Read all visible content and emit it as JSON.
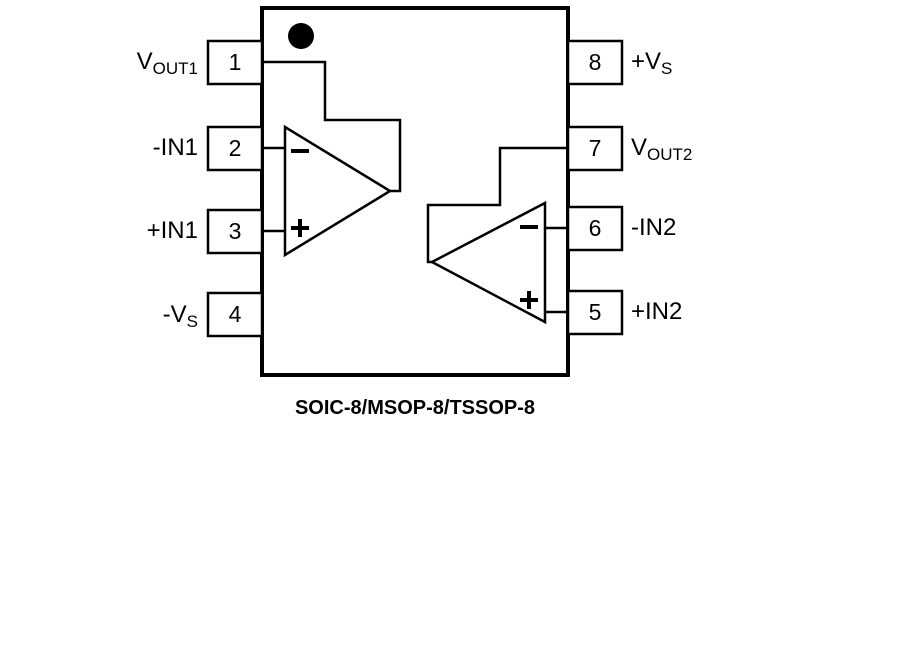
{
  "colors": {
    "ink": "#000000",
    "background": "#ffffff"
  },
  "package": {
    "caption": "SOIC-8/MSOP-8/TSSOP-8",
    "pin1_indicator_icon": "filled-dot",
    "pins": {
      "left": [
        {
          "number": "1",
          "label": {
            "main": "V",
            "sub": "OUT1"
          }
        },
        {
          "number": "2",
          "label": {
            "main": "-IN1",
            "sub": ""
          }
        },
        {
          "number": "3",
          "label": {
            "main": "+IN1",
            "sub": ""
          }
        },
        {
          "number": "4",
          "label": {
            "main": "-V",
            "sub": "S"
          }
        }
      ],
      "right": [
        {
          "number": "8",
          "label": {
            "main": "+V",
            "sub": "S"
          }
        },
        {
          "number": "7",
          "label": {
            "main": "V",
            "sub": "OUT2"
          }
        },
        {
          "number": "6",
          "label": {
            "main": "-IN2",
            "sub": ""
          }
        },
        {
          "number": "5",
          "label": {
            "main": "+IN2",
            "sub": ""
          }
        }
      ]
    },
    "opamps": [
      {
        "name": "opamp-1",
        "inverting_mark_icon": "minus",
        "noninverting_mark_icon": "plus"
      },
      {
        "name": "opamp-2",
        "inverting_mark_icon": "minus",
        "noninverting_mark_icon": "plus"
      }
    ]
  }
}
